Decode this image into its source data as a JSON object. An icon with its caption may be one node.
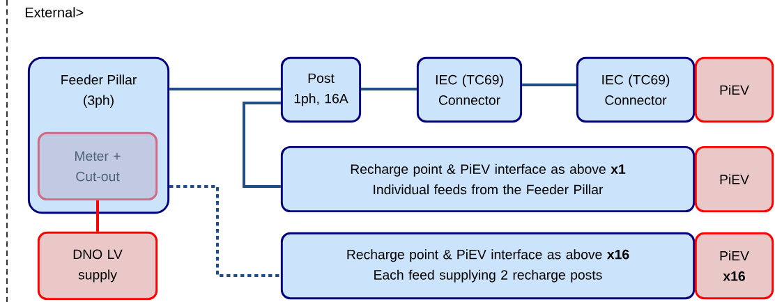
{
  "diagram": {
    "nodes": [
      {
        "text": [
          "Feeder Pillar (3ph)"
        ]
      },
      {
        "text": [
          "Meter + Cut-out"
        ],
        "in": 0
      },
      {
        "text": [
          "DNO LV supply"
        ]
      },
      {
        "text": [
          "Post 1ph, 16A"
        ]
      },
      {
        "text": [
          "IEC (TC69) Connector"
        ]
      },
      {
        "text": [
          "IEC (TC69) Connector"
        ]
      },
      {
        "text": [
          "PiEV"
        ]
      },
      {
        "text": [
          "Recharge point & PiEV interface as above **x1**",
          "Individual feeds from the Feeder Pillar"
        ]
      },
      {
        "text": [
          "PiEV"
        ]
      },
      {
        "text": [
          "Recharge point & PiEV interface as above **x16**",
          "Each feed supplying 2 recharge posts"
        ]
      },
      {
        "text": [
          "PiEV **x16**"
        ]
      }
    ],
    "edges": [
      {
        "from": 0,
        "to": 3,
        "arrow": "none"
      },
      {
        "from": 3,
        "to": 7,
        "arrow": "none"
      },
      {
        "from": 3,
        "to": 4,
        "arrow": "none"
      },
      {
        "from": 4,
        "to": 5,
        "arrow": "none"
      },
      {
        "from": 0,
        "to": 9,
        "arrow": "none",
        "style": "dashed"
      },
      {
        "from": 1,
        "to": 2,
        "arrow": "none",
        "color": "#ff0000"
      }
    ],
    "labels": [
      "External>"
    ]
  }
}
